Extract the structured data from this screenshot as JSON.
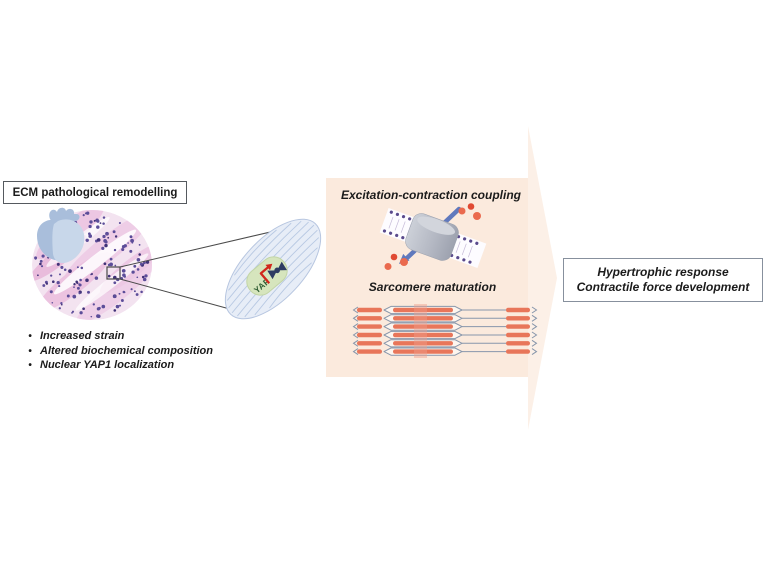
{
  "figure": {
    "left": {
      "label": "ECM pathological remodelling",
      "bullets": [
        "Increased strain",
        "Altered biochemical composition",
        "Nuclear YAP1 localization"
      ],
      "nucleus_label": "YAP"
    },
    "middle": {
      "coupling_title": "Excitation-contraction coupling",
      "sarcomere_title": "Sarcomere maturation"
    },
    "right": {
      "line1": "Hypertrophic response",
      "line2": "Contractile force development"
    },
    "colors": {
      "arrow_body": "#fbeadd",
      "arrow_head": "#fcf0e7",
      "histology_base": "#f3e3f0",
      "histology_pink": "#eecbe6",
      "nuclei_purple": "#5c4d99",
      "nuclei_purple_dark": "#403277",
      "heart_blue": "#a9bedb",
      "heart_blue_light": "#c8d7ea",
      "cell_blue": "#e7edf7",
      "cell_stripe": "#b3c4e0",
      "nucleus_green": "#d6e5bd",
      "yap_text_green": "#2f5d33",
      "yap_arrow_red": "#d1271c",
      "dna_navy": "#2e3c62",
      "channel_gray": "#b4b8c3",
      "membrane_purple": "#5a4a8c",
      "flux_arrow_blue": "#6079bd",
      "ion_coral": "#ea6a4e",
      "ion_coral_dark": "#e04a33",
      "myosin_orange": "#e8765a",
      "sarcomere_outline": "#8796ab",
      "m_line_pink": "#f0a08c"
    }
  }
}
